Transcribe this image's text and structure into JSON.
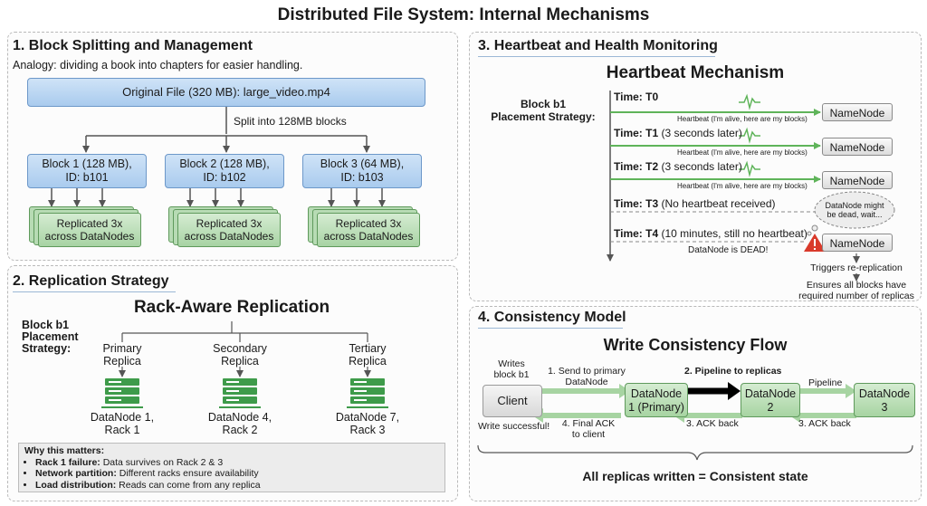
{
  "title": "Distributed File System: Internal Mechanisms",
  "section1": {
    "title": "1. Block Splitting and Management",
    "analogy": "Analogy: dividing a book into chapters for easier handling.",
    "original": "Original File (320 MB): large_video.mp4",
    "split_label": "Split into 128MB blocks",
    "blocks": [
      {
        "line1": "Block 1 (128 MB),",
        "line2": "ID: b101"
      },
      {
        "line1": "Block 2 (128 MB),",
        "line2": "ID: b102"
      },
      {
        "line1": "Block 3 (64 MB),",
        "line2": "ID: b103"
      }
    ],
    "replica_line1": "Replicated 3x",
    "replica_line2": "across DataNodes"
  },
  "section2": {
    "title": "2. Replication Strategy",
    "heading": "Rack-Aware Replication",
    "side_label": [
      "Block b1",
      "Placement",
      "Strategy:"
    ],
    "replicas": [
      {
        "role1": "Primary",
        "role2": "Replica",
        "node": "DataNode 1,",
        "rack": "Rack 1"
      },
      {
        "role1": "Secondary",
        "role2": "Replica",
        "node": "DataNode 4,",
        "rack": "Rack 2"
      },
      {
        "role1": "Tertiary",
        "role2": "Replica",
        "node": "DataNode 7,",
        "rack": "Rack 3"
      }
    ],
    "why": {
      "title": "Why this matters:",
      "items": [
        {
          "label": "Rack 1 failure:",
          "text": " Data survives on Rack 2 & 3"
        },
        {
          "label": "Network partition:",
          "text": " Different racks ensure availability"
        },
        {
          "label": "Load distribution:",
          "text": " Reads can come from any replica"
        }
      ]
    }
  },
  "section3": {
    "title": "3. Heartbeat and Health Monitoring",
    "heading": "Heartbeat Mechanism",
    "side_label": [
      "Block b1",
      "Placement Strategy:"
    ],
    "times": [
      {
        "label": "Time: T0",
        "note": ""
      },
      {
        "label": "Time: T1",
        "note": " (3 seconds later)"
      },
      {
        "label": "Time: T2",
        "note": " (3 seconds later)"
      },
      {
        "label": "Time: T3",
        "note": " (No heartbeat received)"
      },
      {
        "label": "Time: T4",
        "note": " (10 minutes, still no heartbeat)"
      }
    ],
    "heartbeat_text": "Heartbeat (I'm alive, here are my blocks)",
    "namenode": "NameNode",
    "thought": [
      "DataNode might",
      "be dead, wait..."
    ],
    "dead": "DataNode is DEAD!",
    "triggers": "Triggers re-replication",
    "ensures": [
      "Ensures all blocks have",
      "required number of replicas"
    ]
  },
  "section4": {
    "title": "4. Consistency Model",
    "heading": "Write Consistency Flow",
    "writes": [
      "Writes",
      "block b1"
    ],
    "client": "Client",
    "step1": [
      "1. Send to primary",
      "DataNode"
    ],
    "step2": "2. Pipeline to replicas",
    "pipeline": "Pipeline",
    "dn1": [
      "DataNode",
      "1 (Primary)"
    ],
    "dn2": [
      "DataNode",
      "2"
    ],
    "dn3": [
      "DataNode",
      "3"
    ],
    "ack_back": "3. ACK back",
    "final_ack": [
      "4. Final ACK",
      "to client"
    ],
    "write_ok": "Write successful!",
    "conclusion": "All replicas written = Consistent state"
  },
  "colors": {
    "blue_fill": "#a9cbee",
    "green_fill": "#a8d3a4",
    "heartbeat_green": "#5fb45a",
    "alert_red": "#d93a2b"
  }
}
